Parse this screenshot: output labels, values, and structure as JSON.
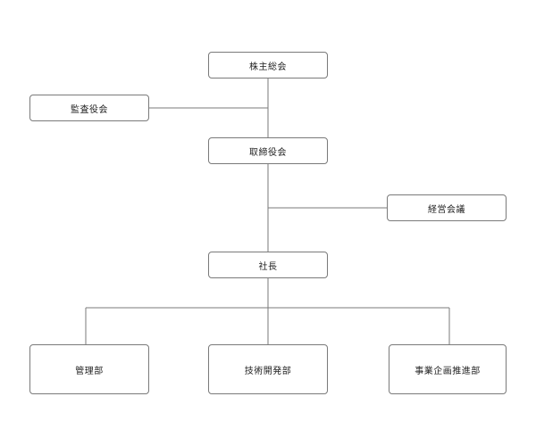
{
  "org_chart": {
    "nodes": {
      "shareholders_meeting": "株主総会",
      "audit_board": "監査役会",
      "board_of_directors": "取締役会",
      "management_council": "経営会議",
      "president": "社長",
      "administration_dept": "管理部",
      "technology_development_dept": "技術開発部",
      "business_planning_promotion_dept": "事業企画推進部"
    }
  },
  "colors": {
    "line": "#7a7a7a",
    "box_border": "#7a7a7a",
    "text": "#222222",
    "background": "#ffffff"
  }
}
